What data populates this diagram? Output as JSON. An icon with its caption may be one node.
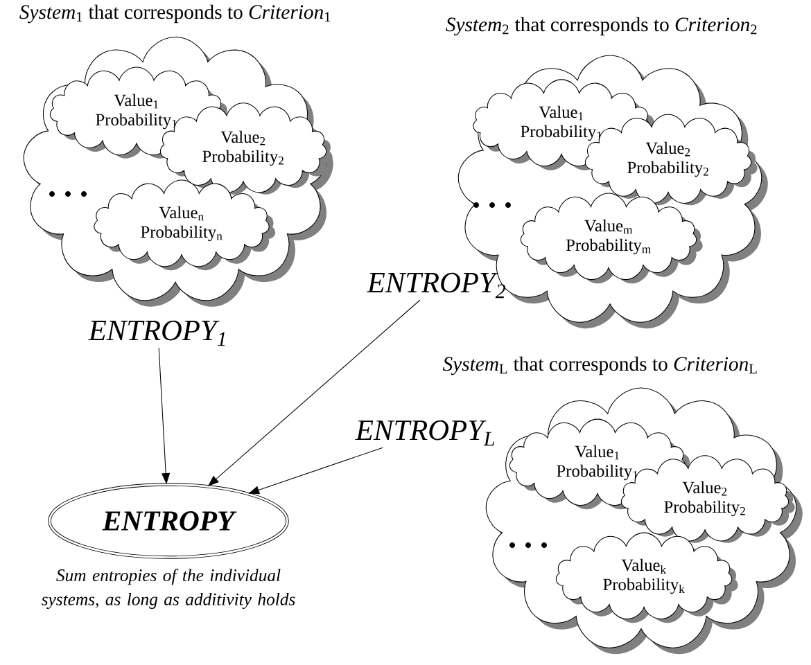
{
  "diagram": {
    "nodes": [
      {
        "text": [
          "*System*$_{1}$ that corresponds to *Criterion*$_{1}$"
        ]
      },
      {
        "text": [
          "Value$_{1}$ Probability$_{1}$"
        ],
        "in": 0
      },
      {
        "text": [
          "Value$_{2}$ Probability$_{2}$"
        ],
        "in": 0
      },
      {
        "text": [
          "Value$_{n}$ Probability$_{n}$"
        ],
        "in": 0
      },
      {
        "text": [
          "ENTROPY$_{1}$"
        ]
      },
      {
        "text": [
          "*System*$_{2}$ that corresponds to *Criterion*$_{2}$"
        ]
      },
      {
        "text": [
          "Value$_{1}$ Probability$_{1}$"
        ],
        "in": 5
      },
      {
        "text": [
          "Value$_{2}$ Probability$_{2}$"
        ],
        "in": 5
      },
      {
        "text": [
          "Value$_{m}$ Probability$_{m}$"
        ],
        "in": 5
      },
      {
        "text": [
          "ENTROPY$_{2}$"
        ]
      },
      {
        "text": [
          "*System*$_{L}$ that corresponds to *Criterion*$_{L}$"
        ]
      },
      {
        "text": [
          "Value$_{1}$ Probability$_{1}$"
        ],
        "in": 10
      },
      {
        "text": [
          "Value$_{2}$ Probability$_{2}$"
        ],
        "in": 10
      },
      {
        "text": [
          "Value$_{k}$ Probability$_{k}$"
        ],
        "in": 10
      },
      {
        "text": [
          "ENTROPY$_{L}$"
        ]
      },
      {
        "text": [
          "ENTROPY"
        ],
        "beside": [
          "Sum entropies of the individual systems, as long as additivity holds"
        ]
      }
    ],
    "edges": [
      {
        "from": 4,
        "to": 15,
        "arrow": "to"
      },
      {
        "from": 9,
        "to": 15,
        "arrow": "to"
      },
      {
        "from": 14,
        "to": 15,
        "arrow": "to"
      }
    ]
  }
}
